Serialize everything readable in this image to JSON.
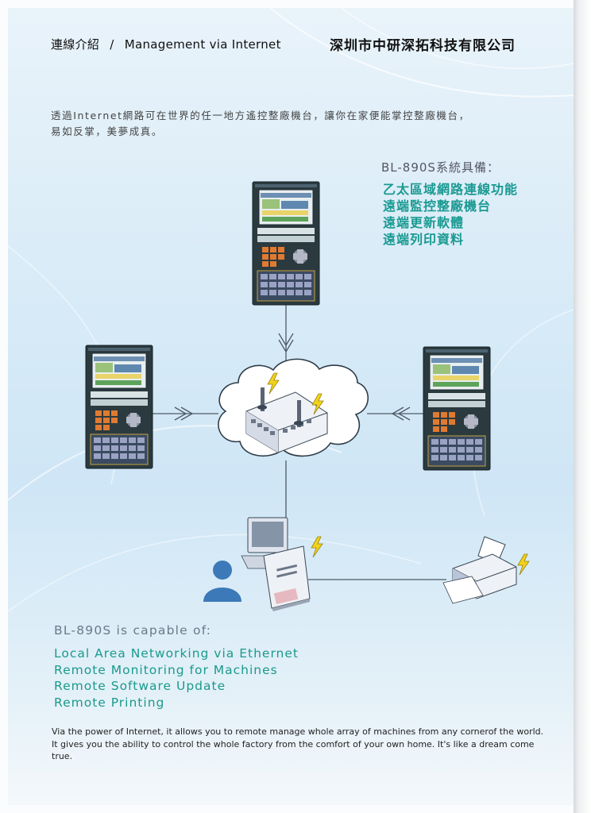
{
  "header": {
    "title_cn": "連線介紹",
    "separator": "/",
    "title_en": "Management via Internet",
    "company": "深圳市中研深拓科技有限公司"
  },
  "intro": {
    "line1": "透過Internet網路可在世界的任一地方遙控整廠機台，讓你在家便能掌控整廠機台，",
    "line2": "易如反掌，美夢成真。"
  },
  "features_cn": {
    "title": "BL-890S系統具備：",
    "items": [
      "乙太區域網路連線功能",
      "遠端監控整廠機台",
      "遠端更新軟體",
      "遠端列印資料"
    ]
  },
  "features_en": {
    "title": "BL-890S is capable of:",
    "items": [
      "Local Area Networking via Ethernet",
      "Remote Monitoring for Machines",
      "Remote Software Update",
      "Remote Printing"
    ]
  },
  "footer": {
    "text": "Via the power of Internet, it allows you to remote manage whole array of machines from any cornerof the world. It gives you the ability to control the whole factory from the comfort of your own home. It's like a dream come true."
  },
  "colors": {
    "accent_teal": "#1a9a8c",
    "background_blue": "#d8ebf7",
    "lightning_yellow": "#f2d21a"
  },
  "icons": [
    "controller-panel",
    "cloud",
    "router",
    "computer",
    "user",
    "printer",
    "lightning"
  ]
}
